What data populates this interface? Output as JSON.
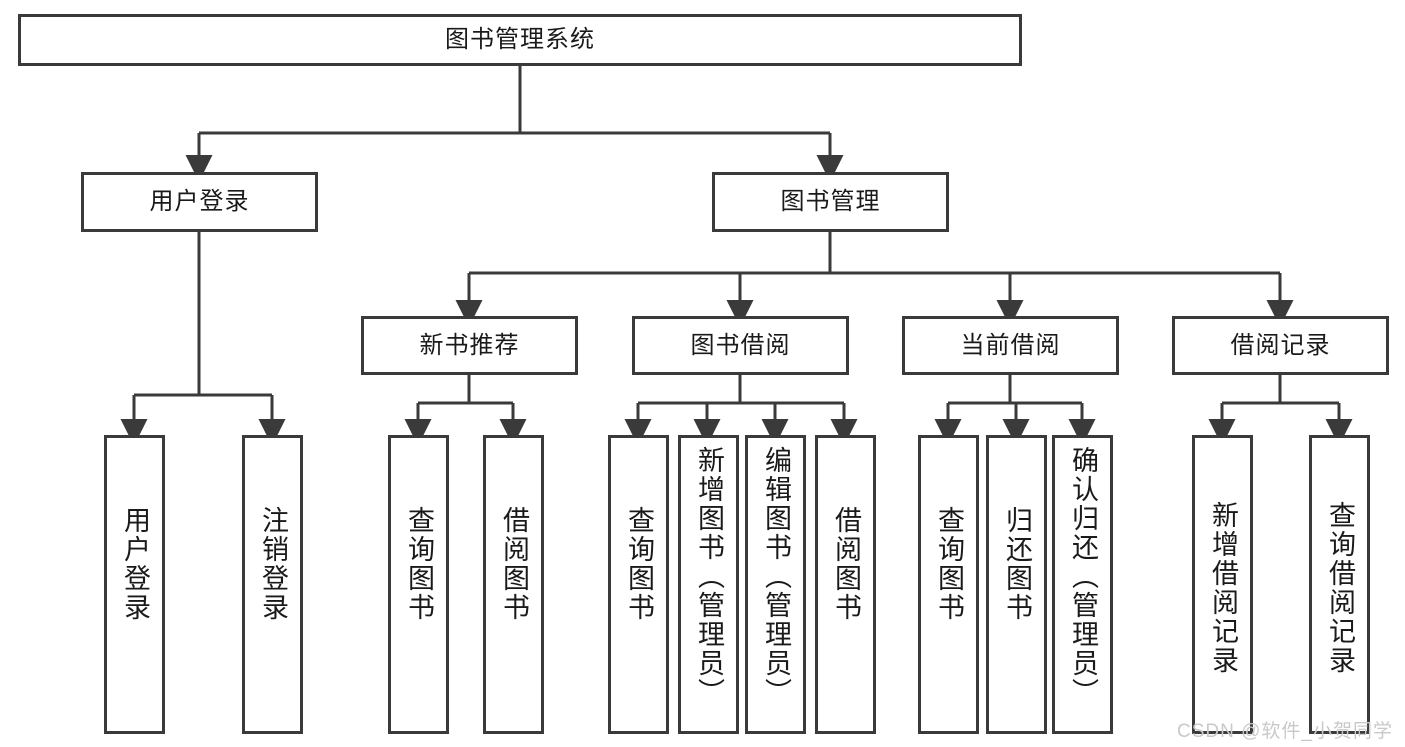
{
  "diagram": {
    "type": "tree-hierarchy-chart",
    "title": "图书管理系统",
    "line_color": "#3a3a3a",
    "box_fill": "#ffffff",
    "text_color": "#1a1a1a",
    "watermark": "CSDN @软件_小贺同学",
    "root": {
      "label": "图书管理系统"
    },
    "level2": [
      {
        "label": "用户登录"
      },
      {
        "label": "图书管理"
      }
    ],
    "level3": [
      {
        "label": "新书推荐"
      },
      {
        "label": "图书借阅"
      },
      {
        "label": "当前借阅"
      },
      {
        "label": "借阅记录"
      }
    ],
    "leaves": {
      "user_login": [
        {
          "label": "用户登录"
        },
        {
          "label": "注销登录"
        }
      ],
      "new_book_recommend": [
        {
          "label": "查询图书"
        },
        {
          "label": "借阅图书"
        }
      ],
      "book_borrow": [
        {
          "label": "查询图书"
        },
        {
          "label": "新增图书（管理员）"
        },
        {
          "label": "编辑图书（管理员）"
        },
        {
          "label": "借阅图书"
        }
      ],
      "current_borrow": [
        {
          "label": "查询图书"
        },
        {
          "label": "归还图书"
        },
        {
          "label": "确认归还（管理员）"
        }
      ],
      "borrow_record": [
        {
          "label": "新增借阅记录"
        },
        {
          "label": "查询借阅记录"
        }
      ]
    }
  }
}
